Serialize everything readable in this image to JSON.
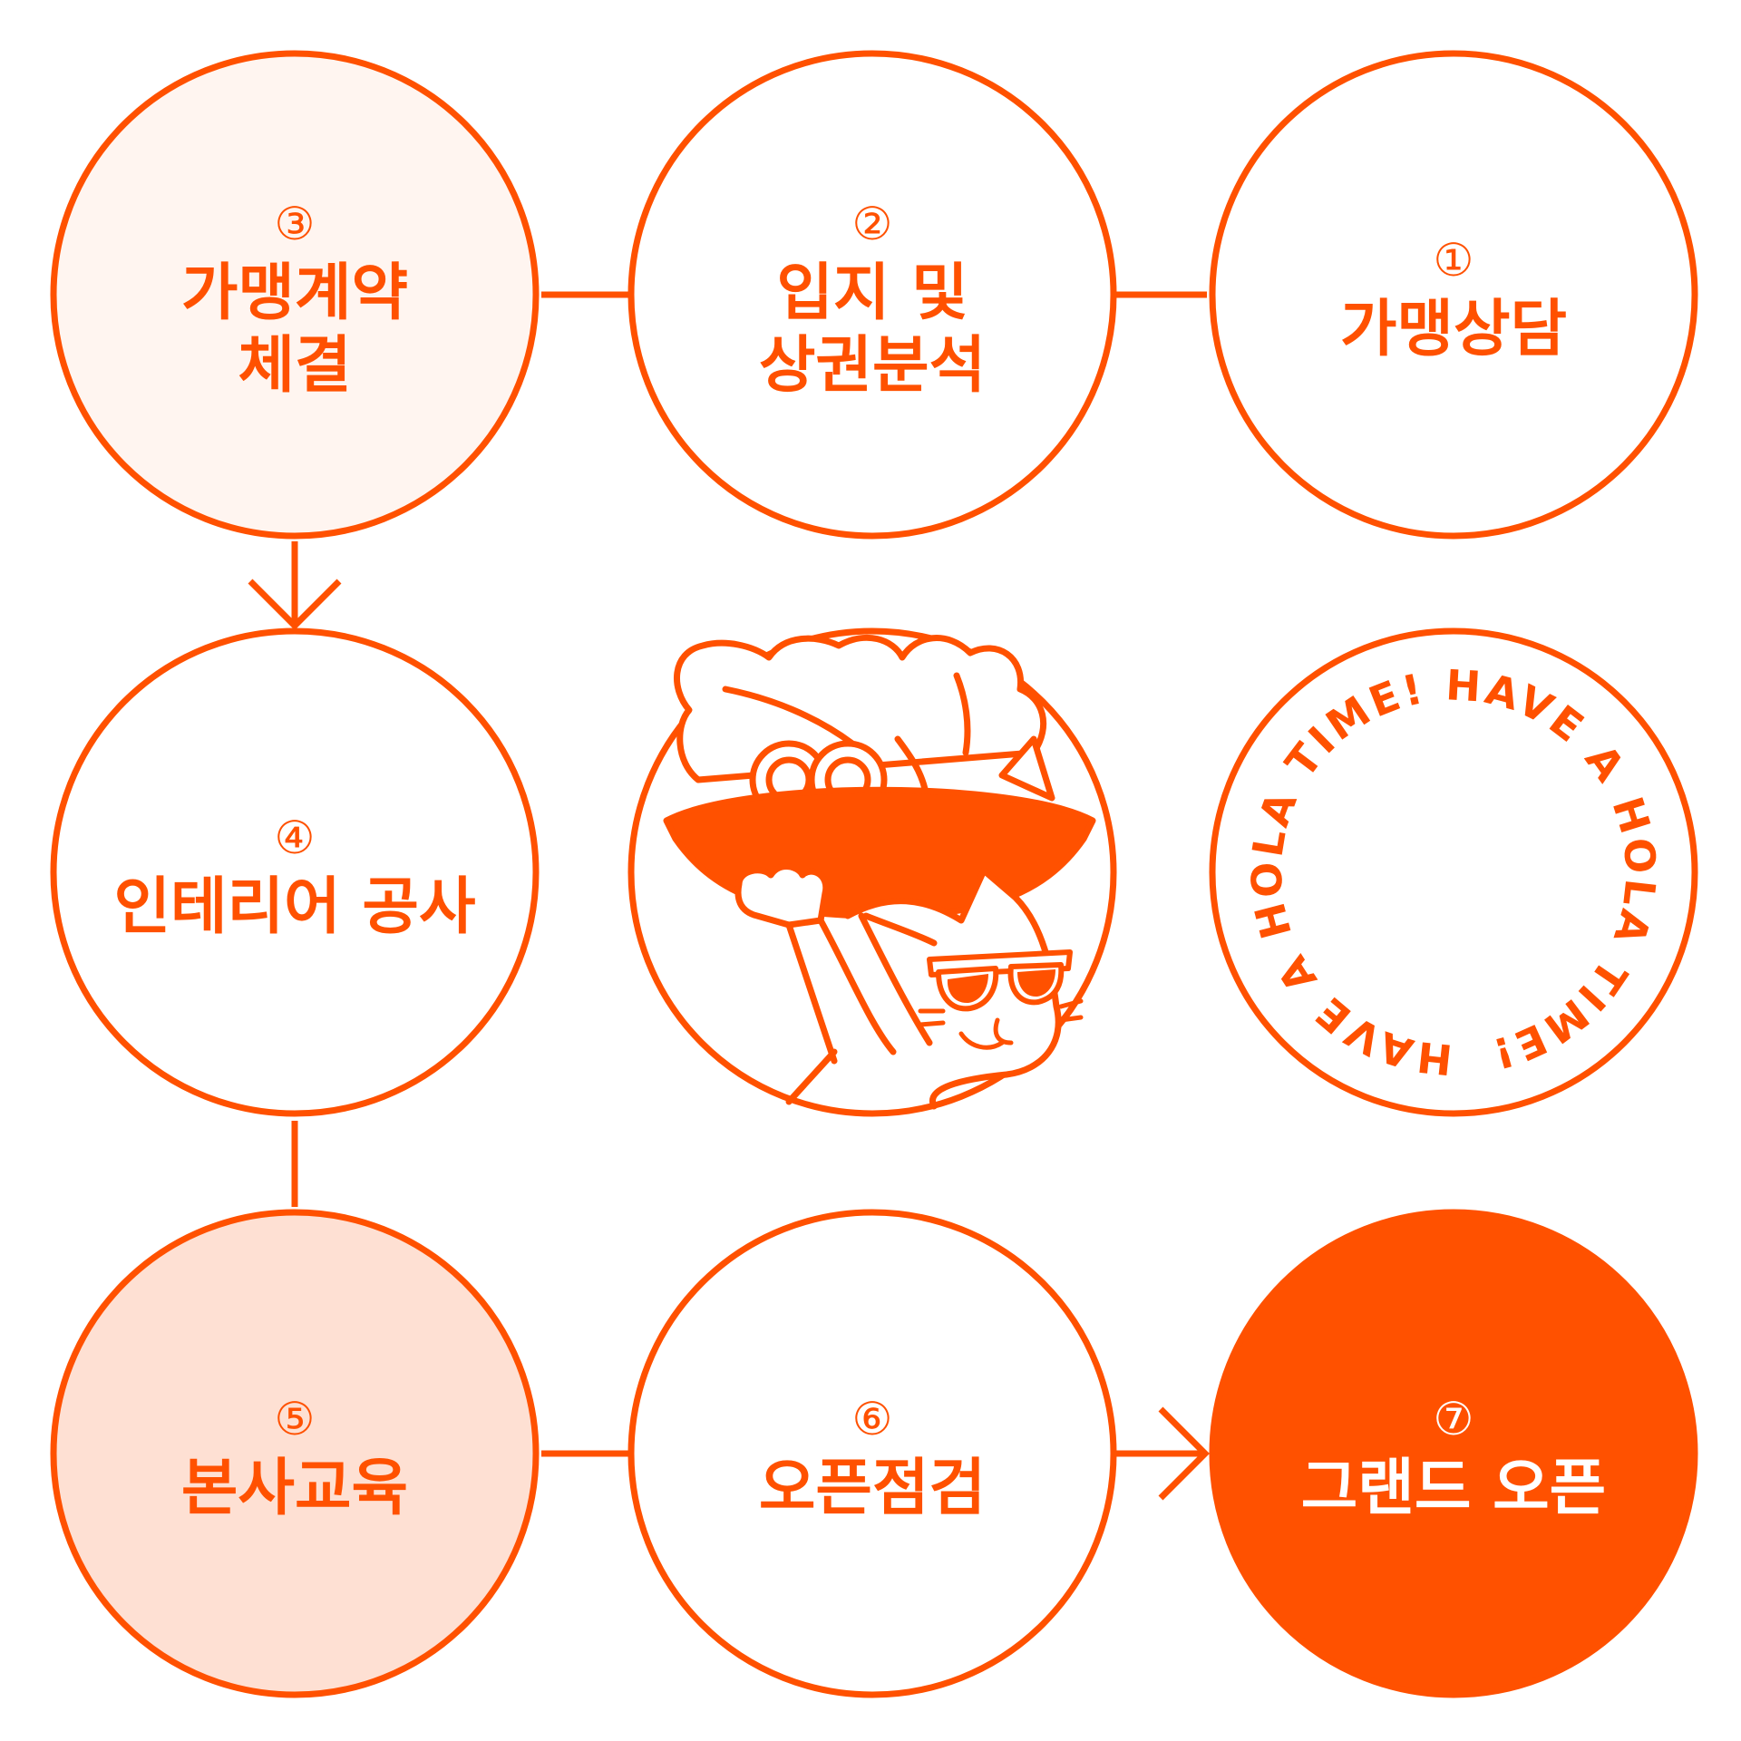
{
  "colors": {
    "accent": "#FF5100",
    "background": "#FFFFFF",
    "tint_light": "#FFF5F0",
    "tint_medium": "#FEE0D3",
    "filled_text": "#FFFFFF"
  },
  "steps": [
    {
      "number": "①",
      "lines": [
        "가맹상담"
      ]
    },
    {
      "number": "②",
      "lines": [
        "입지 및",
        "상권분석"
      ]
    },
    {
      "number": "③",
      "lines": [
        "가맹계약",
        "체결"
      ]
    },
    {
      "number": "④",
      "lines": [
        "인테리어 공사"
      ]
    },
    {
      "number": "⑤",
      "lines": [
        "본사교육"
      ]
    },
    {
      "number": "⑥",
      "lines": [
        "오픈점검"
      ]
    },
    {
      "number": "⑦",
      "lines": [
        "그랜드 오픈"
      ]
    }
  ],
  "badge": {
    "text": "HAVE A HOLA TIME! HAVE A HOLA TIME!"
  },
  "mascot": {
    "icon": "mascot-cat-with-bowl-icon"
  }
}
